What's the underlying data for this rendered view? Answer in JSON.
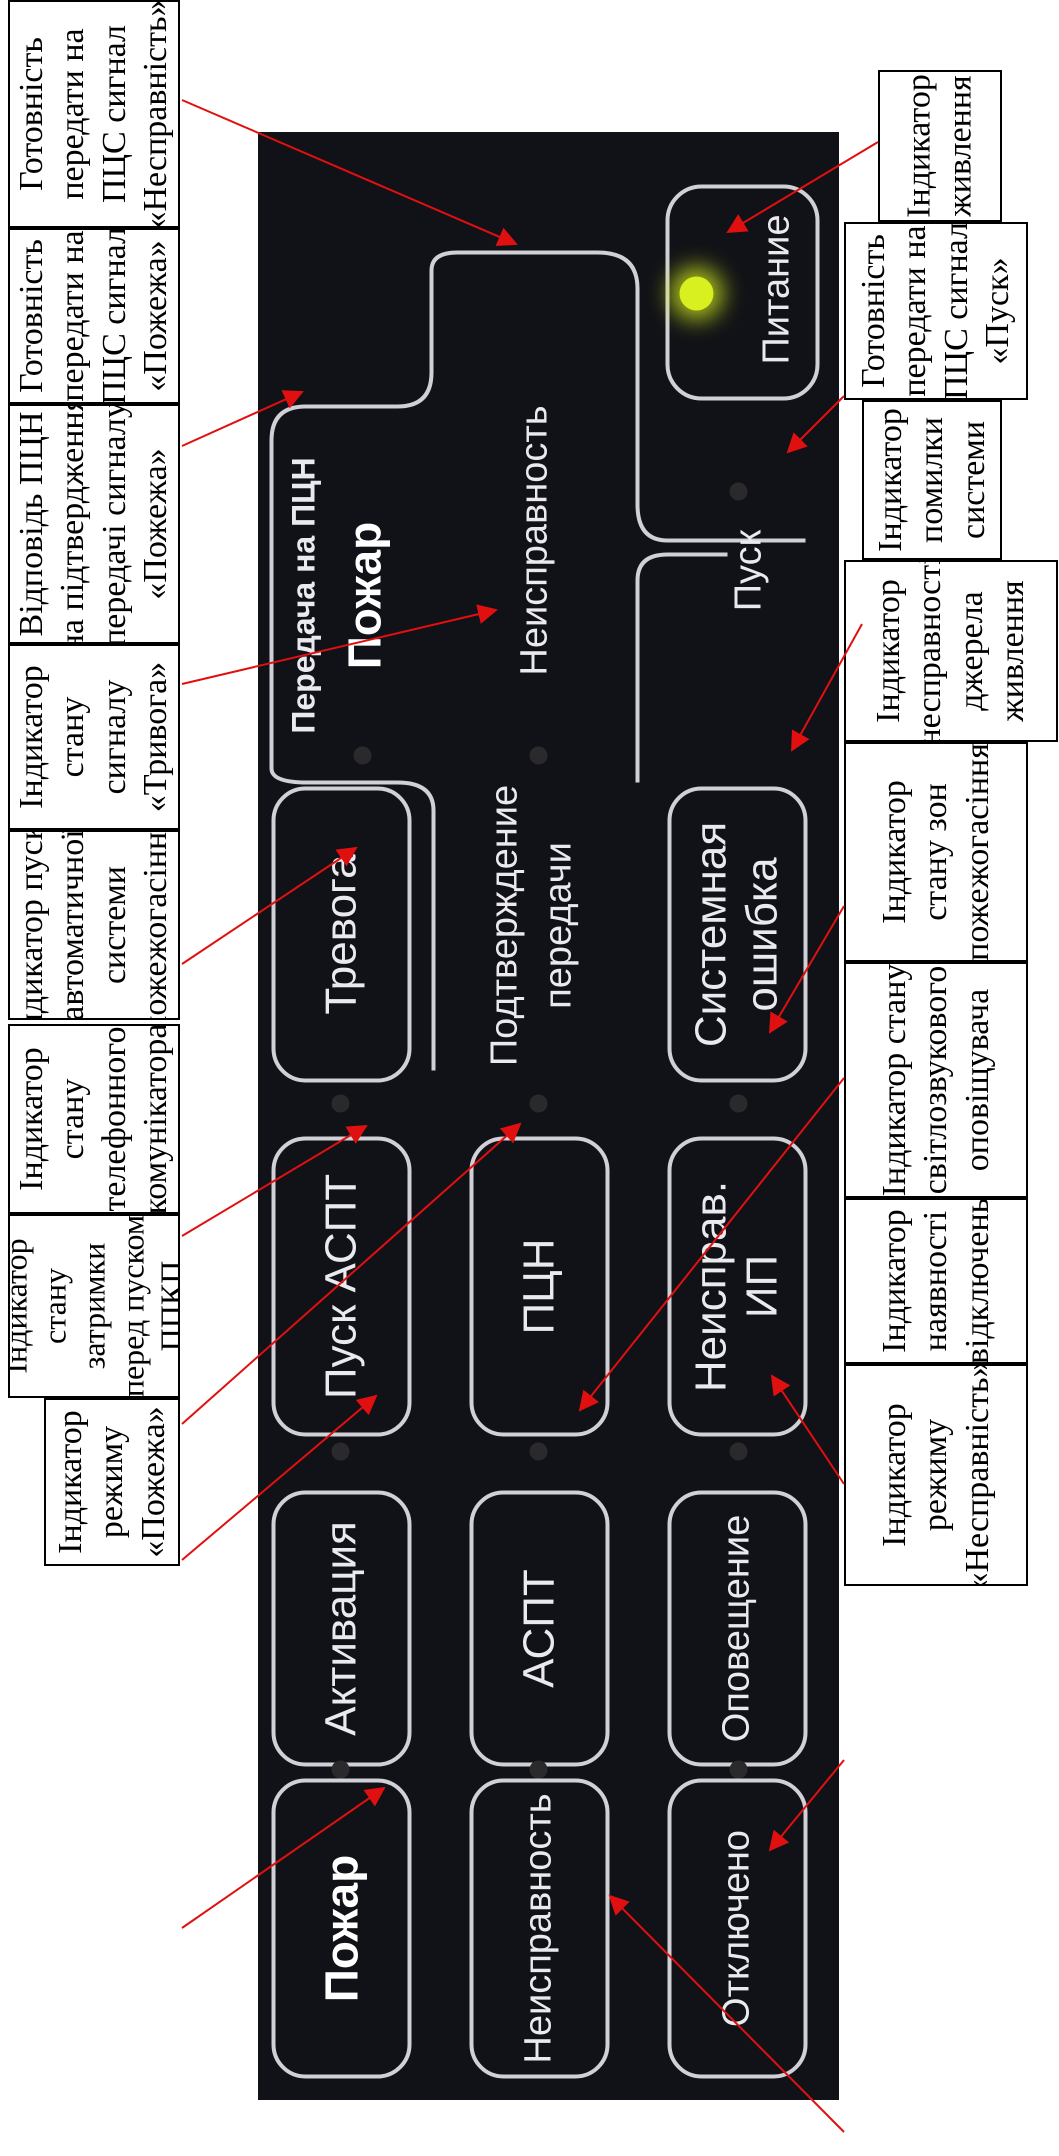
{
  "panel": {
    "row1": {
      "fire": "Пожар",
      "activation": "Активация",
      "start_aspt": "Пуск АСПТ",
      "alarm": "Тревога",
      "transfer_title": "Передача на ПЦН",
      "transfer_fire": "Пожар"
    },
    "row2": {
      "fault": "Неисправность",
      "aspt": "АСПТ",
      "pcn": "ПЦН",
      "confirm_line1": "Подтверждение",
      "confirm_line2": "передачи",
      "transfer_fault": "Неисправность"
    },
    "row3": {
      "disabled": "Отключено",
      "notification": "Оповещение",
      "fault_ip_line1": "Неиспрaв.",
      "fault_ip_line2": "ИП",
      "system_error_line1": "Системная",
      "system_error_line2": "ошибка",
      "start": "Пуск",
      "power": "Питание"
    },
    "power_led_color": "#d8f020",
    "panel_color": "#111217"
  },
  "callouts": {
    "left": [
      {
        "id": "fire-ready",
        "lines": [
          "Готовність",
          "передати на",
          "ПЦС сигнал",
          "«Несправність»"
        ]
      },
      {
        "id": "fire-signal",
        "lines": [
          "Готовність",
          "передати на",
          "ПЦС сигнал",
          "«Пожежа»"
        ]
      },
      {
        "id": "confirm",
        "lines": [
          "Відповідь ПЦН",
          "на підтвердження",
          "передачі сигналу",
          "«Пожежа»"
        ]
      },
      {
        "id": "alarm",
        "lines": [
          "Індикатор",
          "стану",
          "сигналу",
          "«Тривога»"
        ]
      },
      {
        "id": "aspt-start",
        "lines": [
          "Індикатор пуску",
          "автоматичної",
          "системи",
          "пожежогасіння"
        ]
      },
      {
        "id": "phone",
        "lines": [
          "Індикатор",
          "стану",
          "телефонного",
          "комунікатора"
        ]
      },
      {
        "id": "delay",
        "lines": [
          "Індикатор",
          "стану",
          "затримки",
          "перед пуском",
          "ППКП"
        ]
      },
      {
        "id": "fire-mode",
        "lines": [
          "Індикатор",
          "режиму",
          "«Пожежа»"
        ]
      }
    ],
    "right": [
      {
        "id": "power",
        "lines": [
          "Індикатор",
          "живлення"
        ]
      },
      {
        "id": "start",
        "lines": [
          "Готовність",
          "передати на",
          "ПЦС сигнал",
          "«Пуск»"
        ]
      },
      {
        "id": "system-error",
        "lines": [
          "Індикатор",
          "помилки",
          "системи"
        ]
      },
      {
        "id": "psu-fault",
        "lines": [
          "Індикатор",
          "несправності",
          "джерела",
          "живлення"
        ]
      },
      {
        "id": "zones",
        "lines": [
          "Індикатор",
          "стану зон",
          "пожежогасіння"
        ]
      },
      {
        "id": "sounder",
        "lines": [
          "Індикатор стану",
          "світлозвукового",
          "оповіщувача"
        ]
      },
      {
        "id": "disabled",
        "lines": [
          "Індикатор",
          "наявності",
          "відключень"
        ]
      },
      {
        "id": "fault-mode",
        "lines": [
          "Індикатор",
          "режиму",
          "«Несправність»"
        ]
      }
    ]
  },
  "arrow_color": "#e01010"
}
